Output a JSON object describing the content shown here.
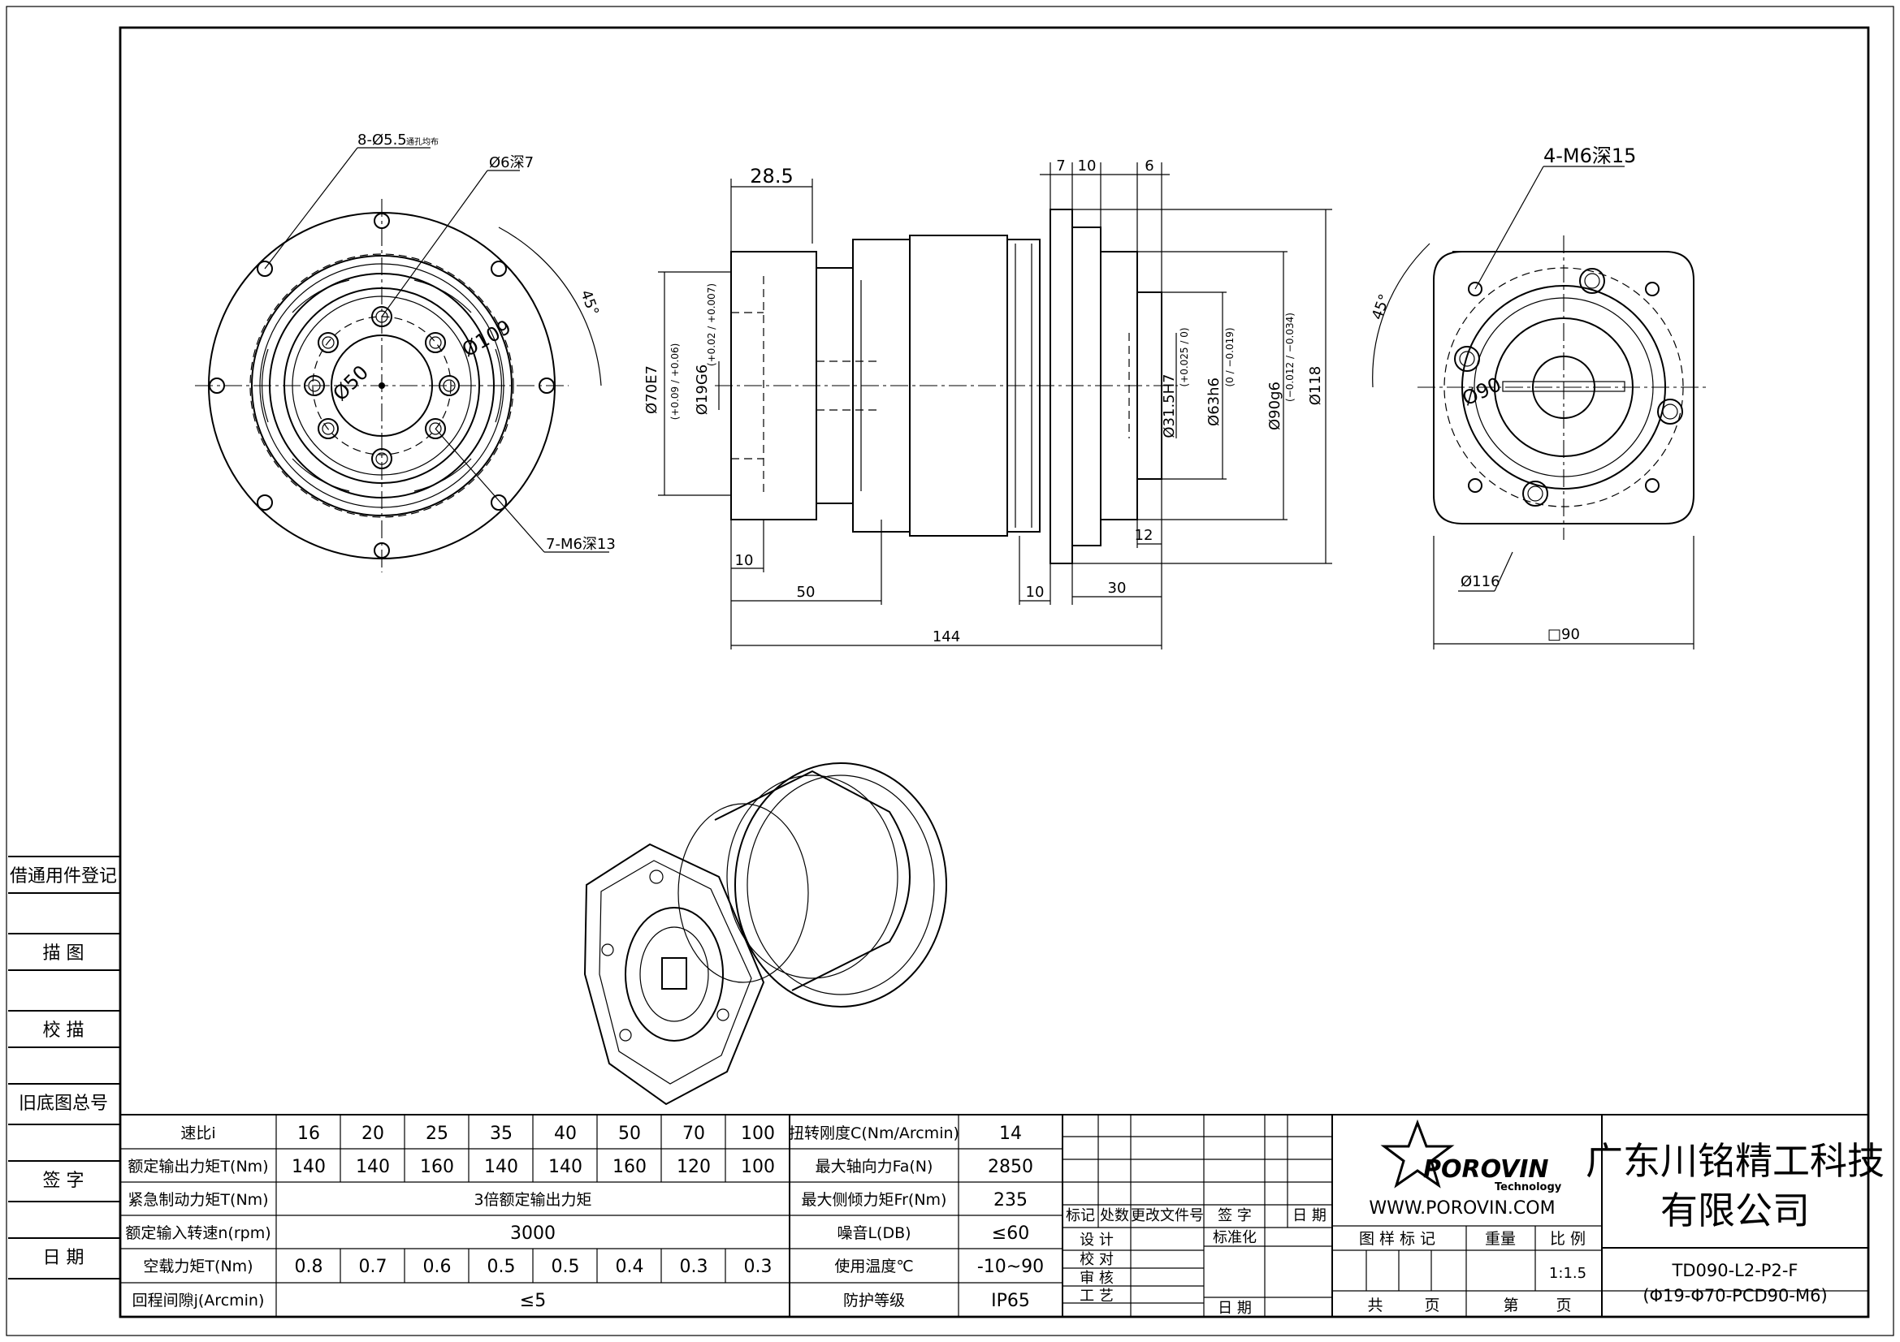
{
  "front_view": {
    "holes_label": "8-Ø5.5",
    "holes_note": "通孔均布",
    "pin_label": "Ø6深7",
    "bolt_label": "7-M6深13",
    "dia_50": "Ø50",
    "dia_109": "Ø109",
    "angle": "45°"
  },
  "side_view": {
    "d28_5": "28.5",
    "d7": "7",
    "d10a": "10",
    "d6": "6",
    "d10b": "10",
    "d50": "50",
    "d10c": "10",
    "d30": "30",
    "d12": "12",
    "d144": "144",
    "d118": "Ø118",
    "d70": "Ø70E7",
    "d70_tol": "(+0.09 / +0.06)",
    "d19": "Ø19G6",
    "d19_tol": "(+0.02 / +0.007)",
    "d31": "Ø31.5H7",
    "d31_tol": "(+0.025 / 0)",
    "d63": "Ø63h6",
    "d63_tol": "(0 / −0.019)",
    "d90": "Ø90g6",
    "d90_tol": "(−0.012 / −0.034)"
  },
  "right_view": {
    "thread_label": "4-M6深15",
    "angle": "45°",
    "dia_90": "Ø90",
    "dia_116": "Ø116",
    "square": "□90"
  },
  "side_labels": [
    "借通用件登记",
    "描 图",
    "校 描",
    "旧底图总号",
    "签 字",
    "日 期"
  ],
  "spec_table": {
    "row1_label": "速比i",
    "ratios": [
      "16",
      "20",
      "25",
      "35",
      "40",
      "50",
      "70",
      "100"
    ],
    "row2_label": "额定输出力矩T(Nm)",
    "row2_values": [
      "140",
      "140",
      "160",
      "140",
      "140",
      "160",
      "120",
      "100"
    ],
    "row3_label": "紧急制动力矩T(Nm)",
    "row3_value": "3倍额定输出力矩",
    "row4_label": "额定输入转速n(rpm)",
    "row4_value": "3000",
    "row5_label": "空载力矩T(Nm)",
    "row5_values": [
      "0.8",
      "0.7",
      "0.6",
      "0.5",
      "0.5",
      "0.4",
      "0.3",
      "0.3"
    ],
    "row6_label": "回程间隙j(Arcmin)",
    "row6_value": "≤5"
  },
  "spec_table2": {
    "rows": [
      {
        "label": "扭转刚度C(Nm/Arcmin)",
        "value": "14"
      },
      {
        "label": "最大轴向力Fa(N)",
        "value": "2850"
      },
      {
        "label": "最大侧倾力矩Fr(Nm)",
        "value": "235"
      },
      {
        "label": "噪音L(DB)",
        "value": "≤60"
      },
      {
        "label": "使用温度℃",
        "value": "-10~90"
      },
      {
        "label": "防护等级",
        "value": "IP65"
      }
    ]
  },
  "title_block": {
    "h_mark": "标记",
    "h_count": "处数",
    "h_doc": "更改文件号",
    "h_sign": "签 字",
    "h_date": "日 期",
    "design": "设 计",
    "check": "校 对",
    "review": "审 核",
    "process": "工 艺",
    "std": "标准化",
    "date": "日 期",
    "logo_text": "POROVIN",
    "logo_sub": "Technology",
    "website": "WWW.POROVIN.COM",
    "company_line1": "广东川铭精工科技",
    "company_line2": "有限公司",
    "h_sample": "图 样 标 记",
    "h_weight": "重量",
    "h_scale": "比 例",
    "scale": "1:1.5",
    "total": "共",
    "page1": "页",
    "sheet": "第",
    "page2": "页",
    "model": "TD090-L2-P2-F",
    "model_sub": "(Φ19-Φ70-PCD90-M6)"
  }
}
